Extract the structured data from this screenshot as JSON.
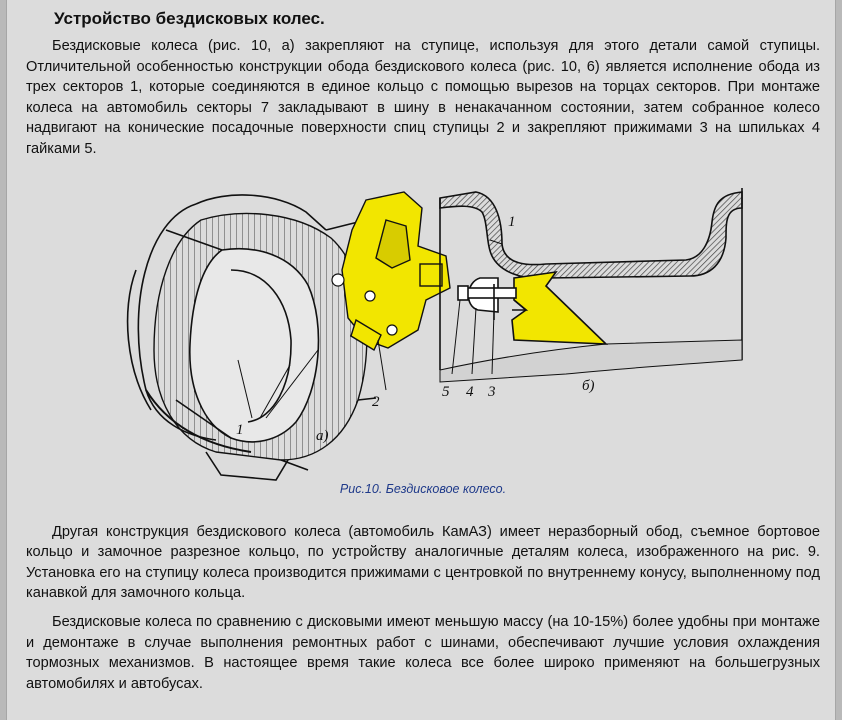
{
  "title": "Устройство бездисковых колес.",
  "paragraph1": "Бездисковые колеса (рис. 10, а) закрепляют на ступице, используя для этого детали самой ступицы. Отличительной особенностью конструкции обода бездискового колеса (рис. 10, 6) является исполнение обода из трех секторов 1, которые соединяются в единое кольцо с помощью вырезов на торцах секторов. При монтаже колеса на автомобиль секторы 7 закладывают в шину в ненакачанном состоянии, затем собранное колесо надвигают на конические посадочные поверхности спиц ступицы 2 и закрепляют прижимами 3 на шпильках 4 гайками 5.",
  "figure": {
    "caption": "Рис.10. Бездисковое колесо.",
    "labels_a": {
      "num1": "1",
      "num2": "2",
      "letter": "а)"
    },
    "labels_b": {
      "num1": "1",
      "num5": "5",
      "num4": "4",
      "num3": "3",
      "letter": "б)"
    },
    "colors": {
      "hub_yellow": "#f2e600",
      "line": "#111111",
      "fill_hatch": "#888888"
    }
  },
  "paragraph2": "Другая конструкция бездискового колеса (автомобиль КамАЗ) имеет неразборный обод, съемное бортовое кольцо и замочное разрезное кольцо, по устройству аналогичные деталям колеса, изображенного на рис. 9. Установка его на ступицу колеса производится прижимами с центровкой по внутреннему конусу, выполненному под канавкой для замочного кольца.",
  "paragraph3": "Бездисковые колеса по сравнению с дисковыми имеют меньшую массу (на 10-15%) более удобны при монтаже и демонтаже в случае выполнения ремонтных работ с шинами, обеспечивают лучшие условия охлаждения тормозных механизмов. В настоящее время такие колеса все более широко применяют на большегрузных автомобилях и автобусах."
}
